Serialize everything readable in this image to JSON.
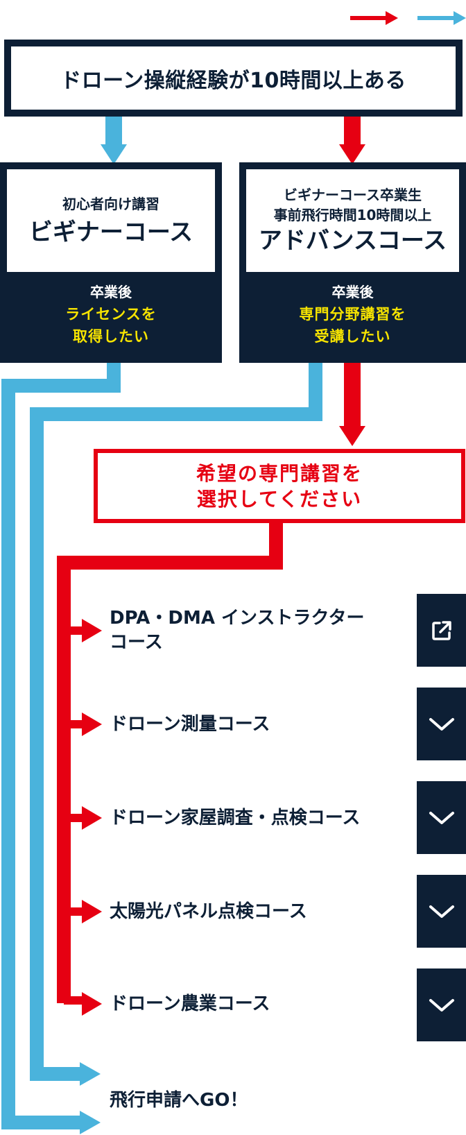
{
  "colors": {
    "navy": "#0d1f35",
    "red": "#e60012",
    "blue": "#4ab3dc",
    "yellow": "#f7e400"
  },
  "top_question": "ドローン操縦経験が10時間以上ある",
  "beginner": {
    "sub": "初心者向け講習",
    "title": "ビギナーコース",
    "after": "卒業後",
    "wish_line1": "ライセンスを",
    "wish_line2": "取得したい"
  },
  "advance": {
    "sub_line1": "ビギナーコース卒業生",
    "sub_line2": "事前飛行時間10時間以上",
    "title": "アドバンスコース",
    "after": "卒業後",
    "wish_line1": "専門分野講習を",
    "wish_line2": "受講したい"
  },
  "select_box": {
    "line1": "希望の専門講習を",
    "line2": "選択してください"
  },
  "courses": [
    {
      "line1": "DPA・DMA インストラクター",
      "line2": "コース",
      "icon": "external-link-icon"
    },
    {
      "line1": "ドローン測量コース",
      "line2": "",
      "icon": "chevron-down-icon"
    },
    {
      "line1": "ドローン家屋調査・点検コース",
      "line2": "",
      "icon": "chevron-down-icon"
    },
    {
      "line1": "太陽光パネル点検コース",
      "line2": "",
      "icon": "chevron-down-icon"
    },
    {
      "line1": "ドローン農業コース",
      "line2": "",
      "icon": "chevron-down-icon"
    }
  ],
  "final": "飛行申請へGO！"
}
